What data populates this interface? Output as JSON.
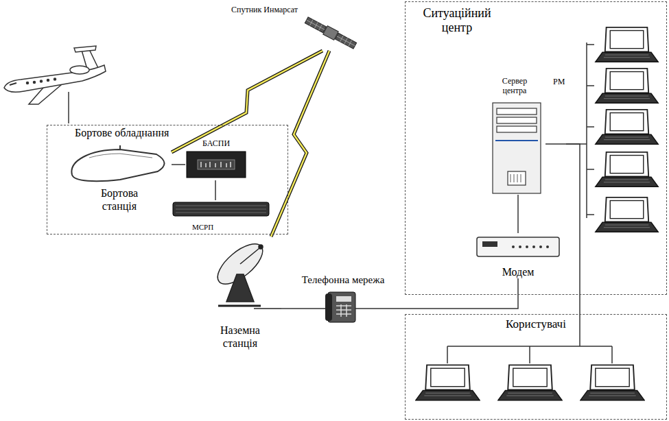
{
  "diagram": {
    "nodes": [
      {
        "text": [
          "Спутник Инмарсат"
        ]
      },
      {
        "text": [
          "Бортове обладнання"
        ]
      },
      {
        "text": [
          "БАСПИ"
        ],
        "in": 1
      },
      {
        "text": [
          "Бортова станція"
        ],
        "in": 1
      },
      {
        "text": [
          "МСРП"
        ],
        "in": 1
      },
      {
        "text": [
          "Ситуаційний центр"
        ]
      },
      {
        "text": [
          "Сервер центра"
        ],
        "in": 5
      },
      {
        "text": [
          "Модем"
        ],
        "in": 5
      },
      {
        "text": [
          "Телефонна мережа"
        ]
      },
      {
        "text": [
          "Наземна станція"
        ]
      },
      {
        "text": [
          "Користувачі"
        ]
      }
    ],
    "edges": [
      {
        "from": 3,
        "to": 0,
        "arrow": "none"
      },
      {
        "from": 0,
        "to": 9,
        "arrow": "none"
      },
      {
        "from": 9,
        "to": 8,
        "arrow": "none"
      },
      {
        "from": 8,
        "to": 7,
        "arrow": "none"
      },
      {
        "from": 7,
        "to": 6,
        "arrow": "none"
      },
      {
        "from": 3,
        "to": 2,
        "arrow": "none"
      },
      {
        "from": 2,
        "to": 4,
        "arrow": "none"
      },
      {
        "from": 6,
        "to": 10,
        "arrow": "none"
      }
    ],
    "labels": [
      "РМ"
    ]
  }
}
